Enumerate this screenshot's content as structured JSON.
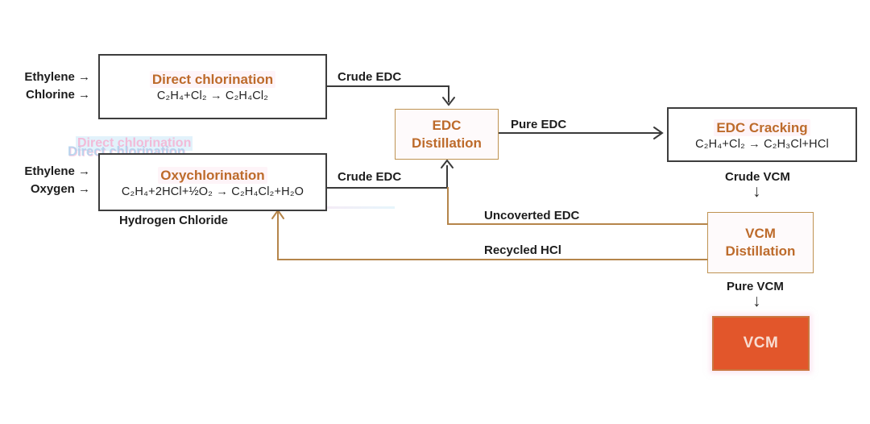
{
  "diagram": {
    "boxes": {
      "direct_chlorination": {
        "title": "Direct chlorination",
        "formula": "C₂H₄+Cl₂ → C₂H₄Cl₂"
      },
      "oxychlorination": {
        "title": "Oxychlorination",
        "formula": "C₂H₄+2HCl+½O₂ → C₂H₄Cl₂+H₂O"
      },
      "edc_distillation": {
        "title_line1": "EDC",
        "title_line2": "Distillation"
      },
      "edc_cracking": {
        "title": "EDC Cracking",
        "formula": "C₂H₄+Cl₂ → C₂H₃Cl+HCl"
      },
      "vcm_distillation": {
        "title_line1": "VCM",
        "title_line2": "Distillation"
      },
      "vcm": {
        "title": "VCM"
      }
    },
    "inputs": {
      "ethylene_top": "Ethylene →",
      "chlorine": "Chlorine →",
      "ethylene_bottom": "Ethylene →",
      "oxygen": "Oxygen →"
    },
    "labels": {
      "crude_edc_top": "Crude EDC",
      "crude_edc_mid": "Crude EDC",
      "pure_edc": "Pure EDC",
      "crude_vcm": "Crude VCM",
      "uncoverted_edc": "Uncoverted EDC",
      "recycled_hcl": "Recycled HCl",
      "hydrogen_chloride": "Hydrogen Chloride",
      "pure_vcm": "Pure VCM"
    },
    "icons": {
      "down_arrow": "↓"
    },
    "ghost": {
      "text": "Direct chlorination"
    },
    "colors": {
      "accent_orange_title": "#bd6b2b",
      "line_dark": "#3a3a3a",
      "line_tan": "#b5854a",
      "box_border_dark": "#3d3d3d",
      "box_border_tan": "#bf9352",
      "vcm_fill": "#e2562b",
      "vcm_text": "#f8dcd1"
    }
  }
}
